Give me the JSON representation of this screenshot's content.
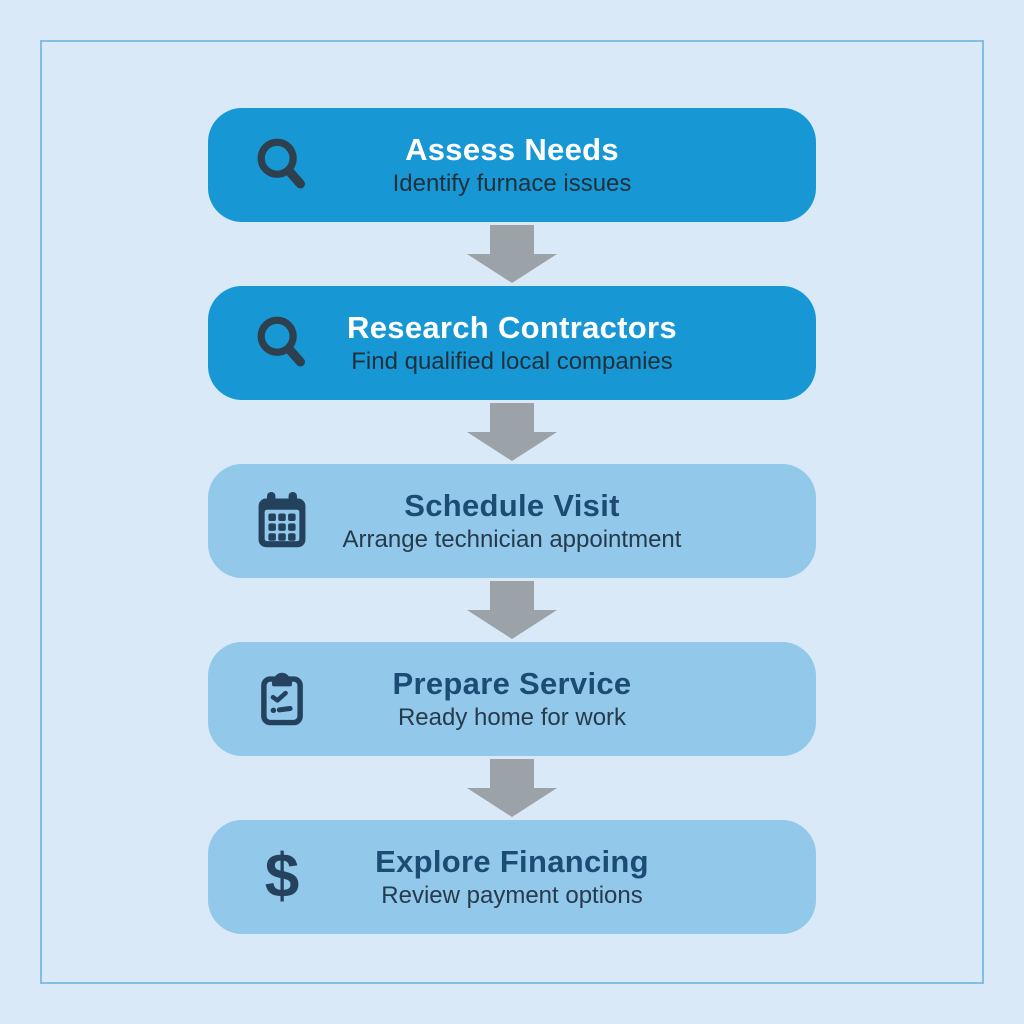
{
  "colors": {
    "background": "#d9e9f7",
    "frame_border": "#84bce2",
    "step_primary": "#1798d5",
    "step_secondary": "#92c8e9",
    "arrow": "#9ba2a8",
    "title_on_primary": "#ffffff",
    "subtitle_on_primary": "#20303c",
    "title_on_secondary": "#1c4c74",
    "subtitle_on_secondary": "#263a4d",
    "icon_primary": "#2e3f4e",
    "icon_secondary": "#24425e"
  },
  "steps": [
    {
      "title": "Assess Needs",
      "subtitle": "Identify furnace issues",
      "icon": "magnifier-icon",
      "variant": "primary"
    },
    {
      "title": "Research Contractors",
      "subtitle": "Find qualified local companies",
      "icon": "magnifier-icon",
      "variant": "primary"
    },
    {
      "title": "Schedule Visit",
      "subtitle": "Arrange technician appointment",
      "icon": "calendar-icon",
      "variant": "secondary"
    },
    {
      "title": "Prepare Service",
      "subtitle": "Ready home for work",
      "icon": "clipboard-icon",
      "variant": "secondary"
    },
    {
      "title": "Explore Financing",
      "subtitle": "Review payment options",
      "icon": "dollar-icon",
      "variant": "secondary",
      "icon_glyph": "$"
    }
  ],
  "arrow": {
    "direction": "down",
    "count": 4
  }
}
